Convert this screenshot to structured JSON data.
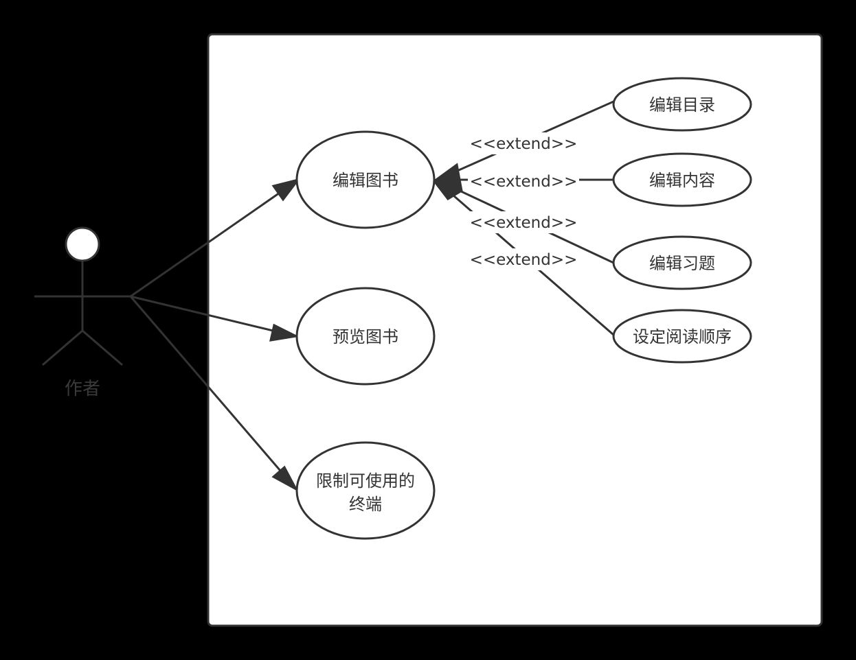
{
  "actor": {
    "name": "作者"
  },
  "use_cases": {
    "edit_book": "编辑图书",
    "preview_book": "预览图书",
    "restrict_terminal_line1": "限制可使用的",
    "restrict_terminal_line2": "终端",
    "edit_toc": "编辑目录",
    "edit_content": "编辑内容",
    "edit_exercise": "编辑习题",
    "set_reading_order": "设定阅读顺序"
  },
  "relations": {
    "extend_1": "<<extend>>",
    "extend_2": "<<extend>>",
    "extend_3": "<<extend>>",
    "extend_4": "<<extend>>"
  },
  "colors": {
    "background": "#000000",
    "boundary_fill": "#ffffff",
    "stroke": "#333333"
  }
}
